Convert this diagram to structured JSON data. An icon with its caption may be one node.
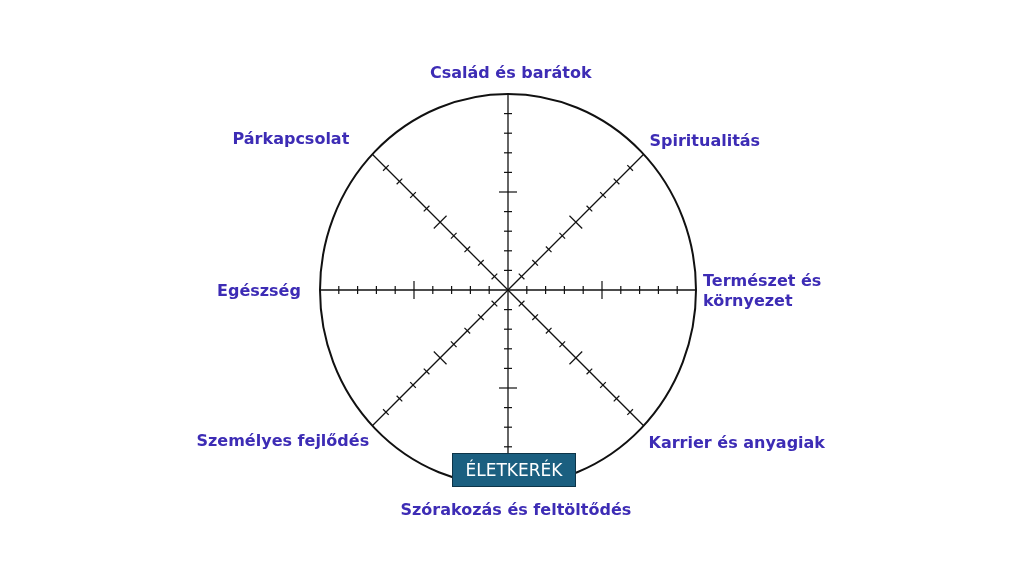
{
  "diagram": {
    "nodes": [
      {
        "text": [
          "ÉLETKERÉK"
        ]
      }
    ],
    "labels": [
      "Család és barátok",
      "Párkapcsolat",
      "Spiritualitás",
      "Egészség",
      "Természet és környezet",
      "Személyes fejlődés",
      "Karrier és anyagiak",
      "Szórakozás és feltöltődés"
    ]
  }
}
